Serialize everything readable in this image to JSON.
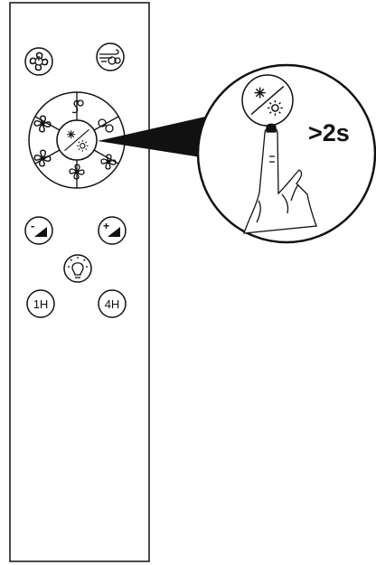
{
  "remote": {
    "buttons": {
      "fan_power": {
        "icon": "fan-power-icon"
      },
      "breeze": {
        "icon": "breeze-fan-icon"
      },
      "speed_ring": [
        {
          "icon": "fan-speed-icon"
        },
        {
          "icon": "natural-wind-icon"
        },
        {
          "icon": "fan-speed-icon"
        },
        {
          "icon": "fan-speed-icon"
        },
        {
          "icon": "fan-speed-icon"
        },
        {
          "icon": "fan-speed-icon"
        }
      ],
      "center": {
        "icon": "winter-summer-mode-icon"
      },
      "light_dim_down": {
        "label": "-",
        "icon": "brightness-down-icon"
      },
      "light_dim_up": {
        "label": "+",
        "icon": "brightness-up-icon"
      },
      "light": {
        "icon": "light-bulb-icon"
      },
      "timer_1h": {
        "label": "1H"
      },
      "timer_4h": {
        "label": "4H"
      }
    }
  },
  "callout": {
    "button_icon": "winter-summer-mode-icon",
    "instruction": ">2s",
    "hand_icon": "pointing-finger-icon"
  },
  "colors": {
    "stroke": "#111111",
    "background": "#ffffff"
  }
}
